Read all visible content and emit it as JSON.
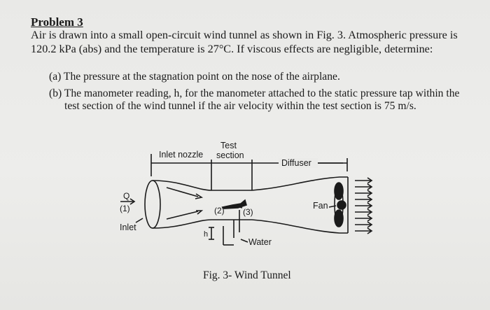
{
  "problem": {
    "title": "Problem 3",
    "statement_lines": [
      "Air is drawn into a small open-circuit wind tunnel as shown in Fig. 3. Atmospheric pressure is",
      "120.2 kPa (abs) and the temperature is 27°C. If viscous effects are negligible, determine:"
    ],
    "part_a": "(a) The pressure at the stagnation point on the nose of the airplane.",
    "part_b_line1": "(b) The manometer reading, h, for the manometer attached to the static pressure tap within the",
    "part_b_line2": "test section of the wind tunnel if the air velocity within the test section is 75 m/s."
  },
  "figure": {
    "labels": {
      "inlet_nozzle": "Inlet nozzle",
      "test": "Test",
      "section": "section",
      "diffuser": "Diffuser",
      "fan": "Fan",
      "q": "Q",
      "point1": "(1)",
      "inlet": "Inlet",
      "point2": "(2)",
      "point3": "(3)",
      "h": "h",
      "water": "Water"
    },
    "caption": "Fig. 3- Wind Tunnel"
  }
}
